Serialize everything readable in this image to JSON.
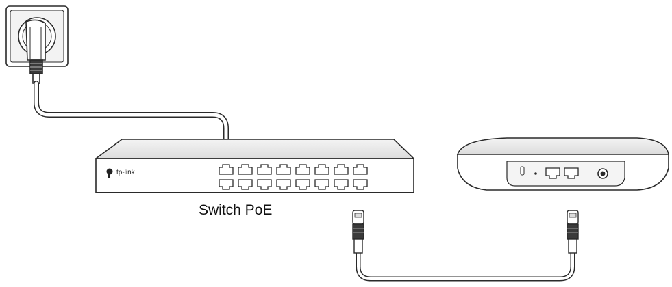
{
  "diagram": {
    "switch_caption": "Switch PoE",
    "brand_text": "tp-link",
    "switch_port_rows": 2,
    "switch_ports_per_row": 8,
    "access_point_ports": 2,
    "colors": {
      "line": "#2a2a2a",
      "fill": "#ffffff",
      "shade": "#e9e9e9"
    },
    "icons": [
      "wall-socket-icon",
      "power-plug-icon",
      "poe-switch-icon",
      "access-point-icon",
      "rj45-connector-icon"
    ]
  }
}
